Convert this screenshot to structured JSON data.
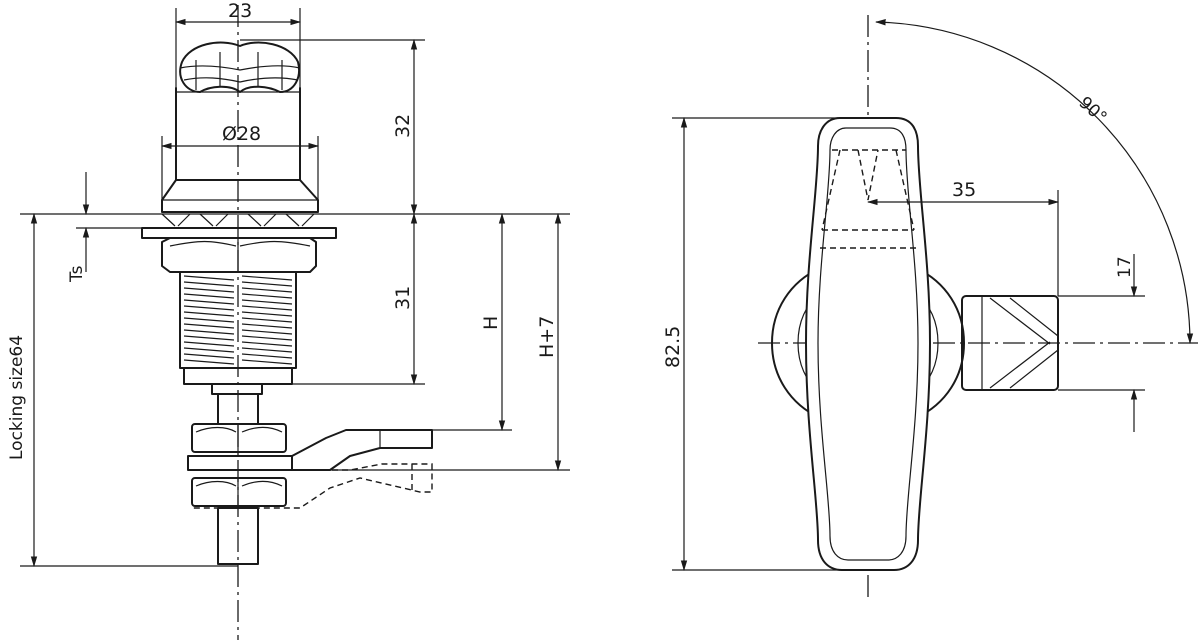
{
  "dimensions": {
    "width_23": "23",
    "dia_28": "Ø28",
    "height_32": "32",
    "height_31": "31",
    "ts": "Ts",
    "locking_size": "Locking size64",
    "h": "H",
    "h_plus_7": "H+7",
    "length_82_5": "82.5",
    "offset_35": "35",
    "width_17": "17",
    "angle_90": "90°"
  },
  "colors": {
    "line": "#1a1a1a",
    "background": "#ffffff"
  }
}
